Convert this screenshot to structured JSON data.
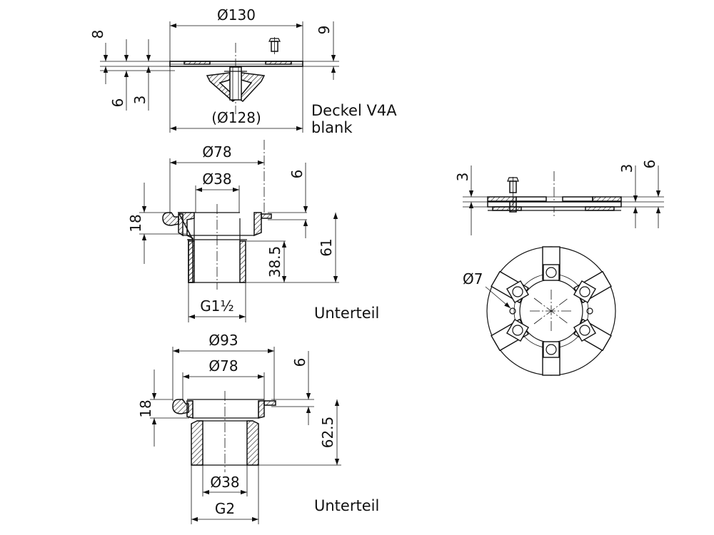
{
  "cover": {
    "dims": {
      "dia130": "Ø130",
      "dia128": "(Ø128)",
      "h8": "8",
      "h9": "9",
      "h6": "6",
      "h3": "3"
    },
    "label_line1": "Deckel V4A",
    "label_line2": "blank"
  },
  "base1": {
    "dims": {
      "dia78": "Ø78",
      "dia38": "Ø38",
      "h6": "6",
      "h18": "18",
      "h61": "61",
      "h385": "38.5",
      "thread": "G1½"
    },
    "label": "Unterteil"
  },
  "base2": {
    "dims": {
      "dia93": "Ø93",
      "dia78": "Ø78",
      "h6": "6",
      "h18": "18",
      "h625": "62.5",
      "dia38": "Ø38",
      "thread": "G2"
    },
    "label": "Unterteil"
  },
  "ring": {
    "dims": {
      "h3a": "3",
      "h3b": "3",
      "h6": "6",
      "dia7": "Ø7"
    }
  }
}
